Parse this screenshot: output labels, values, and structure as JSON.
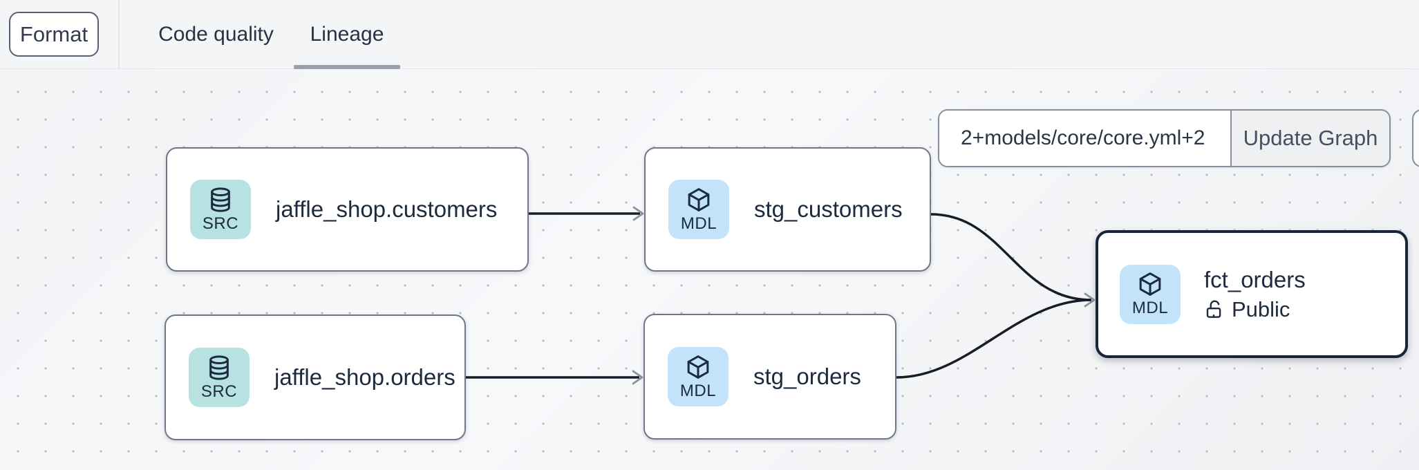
{
  "header": {
    "format_button": "Format",
    "tabs": [
      {
        "label": "Code quality",
        "active": false
      },
      {
        "label": "Lineage",
        "active": true
      }
    ]
  },
  "toolbar": {
    "selector_value": "2+models/core/core.yml+2",
    "update_button": "Update Graph"
  },
  "graph": {
    "nodes": [
      {
        "label": "jaffle_shop.customers",
        "type": "SRC",
        "icon": "database-icon",
        "selected": false
      },
      {
        "label": "stg_customers",
        "type": "MDL",
        "icon": "model-cube-icon",
        "selected": false
      },
      {
        "label": "jaffle_shop.orders",
        "type": "SRC",
        "icon": "database-icon",
        "selected": false
      },
      {
        "label": "stg_orders",
        "type": "MDL",
        "icon": "model-cube-icon",
        "selected": false
      },
      {
        "label": "fct_orders",
        "type": "MDL",
        "icon": "model-cube-icon",
        "selected": true,
        "access": "Public",
        "access_icon": "unlock-icon"
      }
    ],
    "edges": [
      {
        "source": "jaffle_shop.customers",
        "target": "stg_customers"
      },
      {
        "source": "jaffle_shop.orders",
        "target": "stg_orders"
      },
      {
        "source": "stg_customers",
        "target": "fct_orders"
      },
      {
        "source": "stg_orders",
        "target": "fct_orders"
      }
    ]
  },
  "colors": {
    "source_badge": "#b7e2e2",
    "model_badge": "#c2e3f9",
    "selected_border": "#18243a",
    "node_border": "#6f7787",
    "edge": "#171c27",
    "arrowhead": "#8b919d",
    "tab_underline": "#9aa1ad",
    "canvas_bg": "#f7f8fa",
    "text": "#1c2a3e"
  }
}
